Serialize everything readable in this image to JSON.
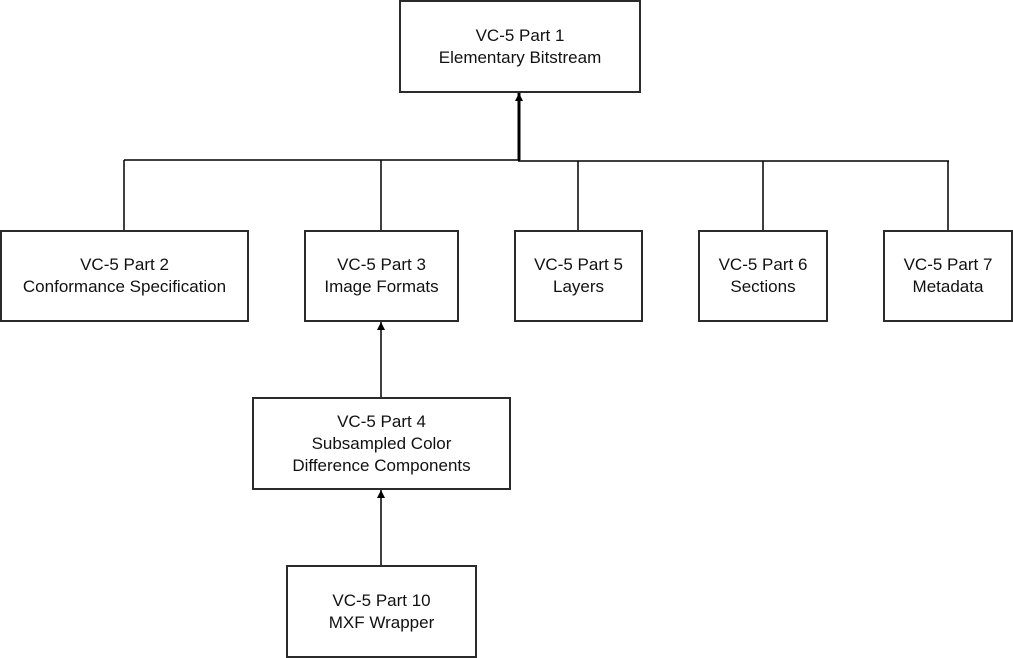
{
  "diagram": {
    "title": "VC-5 document structure",
    "nodes": [
      {
        "id": "part1",
        "lines": [
          "VC-5 Part 1",
          "Elementary Bitstream"
        ]
      },
      {
        "id": "part2",
        "lines": [
          "VC-5 Part 2",
          "Conformance Specification"
        ]
      },
      {
        "id": "part3",
        "lines": [
          "VC-5 Part 3",
          "Image Formats"
        ]
      },
      {
        "id": "part5",
        "lines": [
          "VC-5 Part 5",
          "Layers"
        ]
      },
      {
        "id": "part6",
        "lines": [
          "VC-5 Part 6",
          "Sections"
        ]
      },
      {
        "id": "part7",
        "lines": [
          "VC-5 Part 7",
          "Metadata"
        ]
      },
      {
        "id": "part4",
        "lines": [
          "VC-5 Part 4",
          "Subsampled Color",
          "Difference Components"
        ]
      },
      {
        "id": "part10",
        "lines": [
          "VC-5 Part 10",
          "MXF Wrapper"
        ]
      }
    ],
    "edges": [
      {
        "from": "part2",
        "to": "part1"
      },
      {
        "from": "part3",
        "to": "part1"
      },
      {
        "from": "part5",
        "to": "part1"
      },
      {
        "from": "part6",
        "to": "part1"
      },
      {
        "from": "part7",
        "to": "part1"
      },
      {
        "from": "part4",
        "to": "part3"
      },
      {
        "from": "part10",
        "to": "part4"
      }
    ],
    "colors": {
      "line": "#000000",
      "border": "#2b2b2b",
      "text": "#111111",
      "background": "#ffffff"
    }
  }
}
